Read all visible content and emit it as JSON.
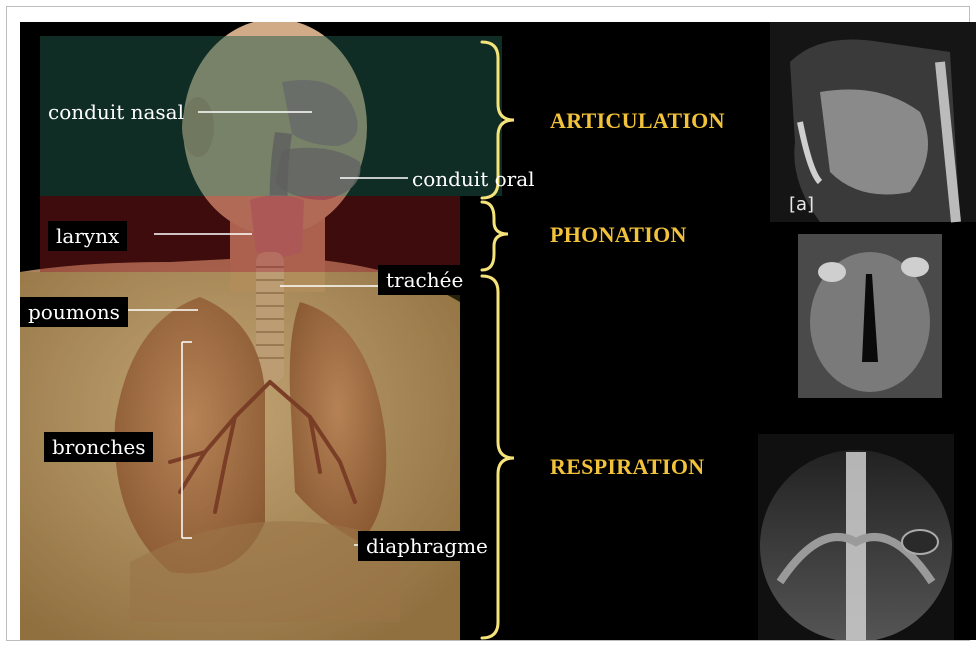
{
  "labels": {
    "conduit_nasal": "conduit nasal",
    "conduit_oral": "conduit oral",
    "larynx": "larynx",
    "trachee": "trachée",
    "poumons": "poumons",
    "bronches": "bronches",
    "diaphragme": "diaphragme"
  },
  "sections": {
    "articulation": "ARTICULATION",
    "phonation": "PHONATION",
    "respiration": "RESPIRATION"
  },
  "image_caption": "[a]",
  "colors": {
    "section_text": "#f2c23a",
    "brace": "#f4e27a",
    "articulation_band": "#1f5a4a",
    "phonation_band": "#8a1a1a",
    "respiration_band": "#7a6a1a",
    "skin": "#c9a07e",
    "lungs": "#b06a4e"
  }
}
